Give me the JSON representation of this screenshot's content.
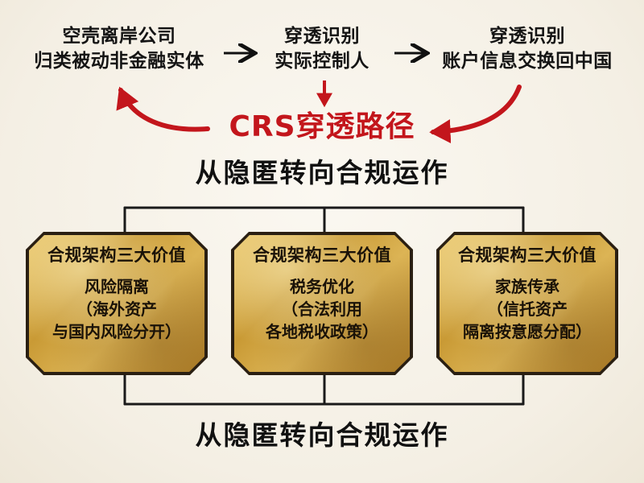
{
  "flow": {
    "step1": {
      "line1": "空壳离岸公司",
      "line2": "归类被动非金融实体"
    },
    "step2": {
      "line1": "穿透识别",
      "line2": "实际控制人"
    },
    "step3": {
      "line1": "穿透识别",
      "line2": "账户信息交换回中国"
    }
  },
  "crs_title": "CRS穿透路径",
  "heading_top": "从隐匿转向合规运作",
  "heading_bottom": "从隐匿转向合规运作",
  "cards": [
    {
      "title": "合规架构三大价值",
      "lines": [
        "风险隔离",
        "（海外资产",
        "与国内风险分开）"
      ]
    },
    {
      "title": "合规架构三大价值",
      "lines": [
        "税务优化",
        "（合法利用",
        "各地税收政策）"
      ]
    },
    {
      "title": "合规架构三大价值",
      "lines": [
        "家族传承",
        "（信托资产",
        "隔离按意愿分配）"
      ]
    }
  ],
  "colors": {
    "accent_red": "#c3161c",
    "text_dark": "#111111",
    "gold": "#d4a848",
    "background": "#f6f2e8"
  }
}
